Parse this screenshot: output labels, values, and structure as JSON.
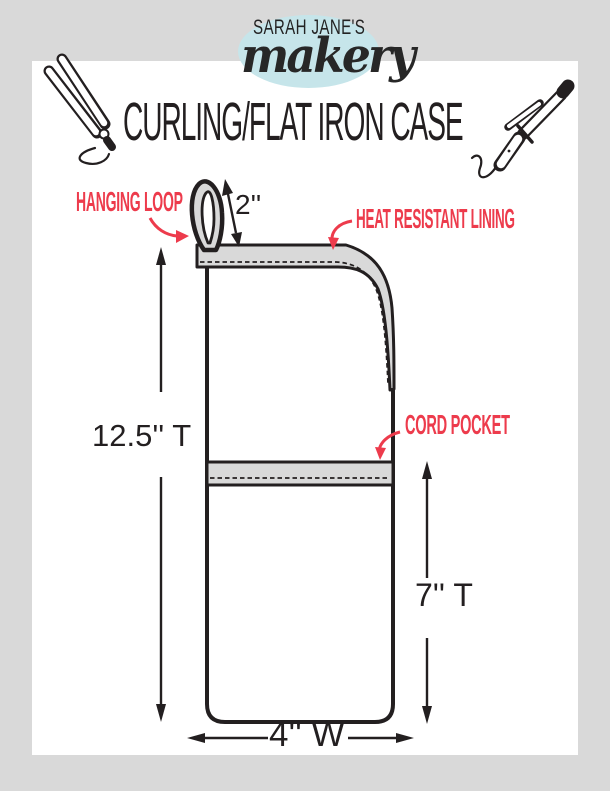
{
  "page": {
    "background_color": "#d9d9d9",
    "card_color": "#ffffff"
  },
  "logo": {
    "brand_top": "SARAH JANE'S",
    "brand_script": "makery",
    "oval_color": "#c6e5ea"
  },
  "header": {
    "title": "CURLING/FLAT IRON CASE",
    "left_icon": "flat-iron",
    "right_icon": "curling-iron"
  },
  "diagram": {
    "labels": {
      "hanging_loop": "HANGING LOOP",
      "heat_lining": "HEAT RESISTANT LINING",
      "cord_pocket": "CORD POCKET"
    },
    "measurements": {
      "loop_length": "2''",
      "total_height": "12.5'' T",
      "pocket_height": "7'' T",
      "width": "4'' W"
    },
    "colors": {
      "label_red": "#ed3b4c",
      "outline": "#231f20",
      "fabric_gray": "#d9d9d9"
    }
  }
}
